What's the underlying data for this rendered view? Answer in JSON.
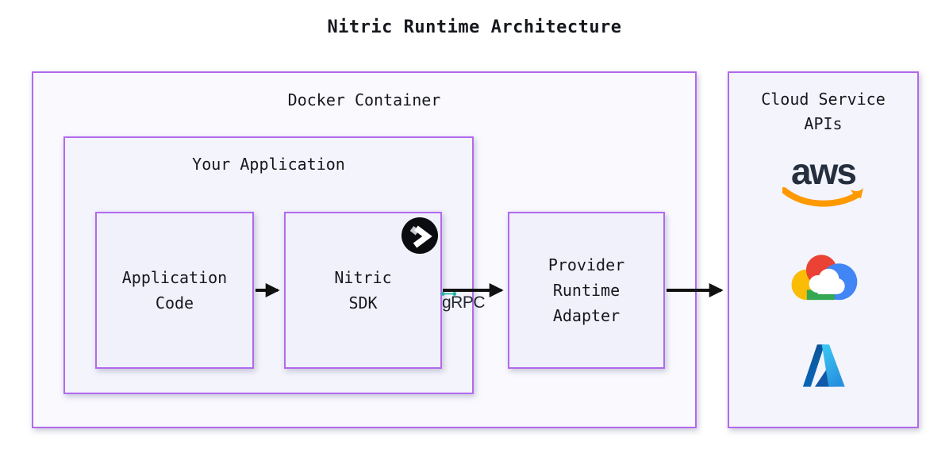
{
  "title": "Nitric Runtime Architecture",
  "palette": {
    "border_purple": "#b269ee",
    "box_fill_light": "#f4f4fc",
    "arrow_black": "#111111",
    "grpc_teal": "#1fb2a6",
    "aws_navy": "#252f3e",
    "aws_orange": "#ff9900",
    "gcp_red": "#ea4335",
    "gcp_yellow": "#fbbc05",
    "gcp_green": "#34a853",
    "gcp_blue": "#4285f4",
    "azure_blue_dark": "#114a8b",
    "azure_blue_light": "#3ccbf4"
  },
  "docker_container": {
    "label": "Docker Container"
  },
  "your_application": {
    "label": "Your Application"
  },
  "nodes": {
    "application_code": {
      "lines": [
        "Application",
        "Code"
      ]
    },
    "nitric_sdk": {
      "lines": [
        "Nitric",
        "SDK"
      ],
      "icon": "nitric-logo"
    },
    "provider_runtime_adapter": {
      "lines": [
        "Provider",
        "Runtime",
        "Adapter"
      ]
    }
  },
  "connections": {
    "grpc_label": "gRPC",
    "arrows": [
      "application-code-to-nitric-sdk",
      "nitric-sdk-to-provider-adapter",
      "provider-adapter-to-cloud-apis"
    ]
  },
  "cloud_service_apis": {
    "label_lines": [
      "Cloud Service",
      "APIs"
    ],
    "aws_wordmark": "aws",
    "logos": [
      "aws-logo",
      "google-cloud-logo",
      "azure-logo"
    ]
  }
}
